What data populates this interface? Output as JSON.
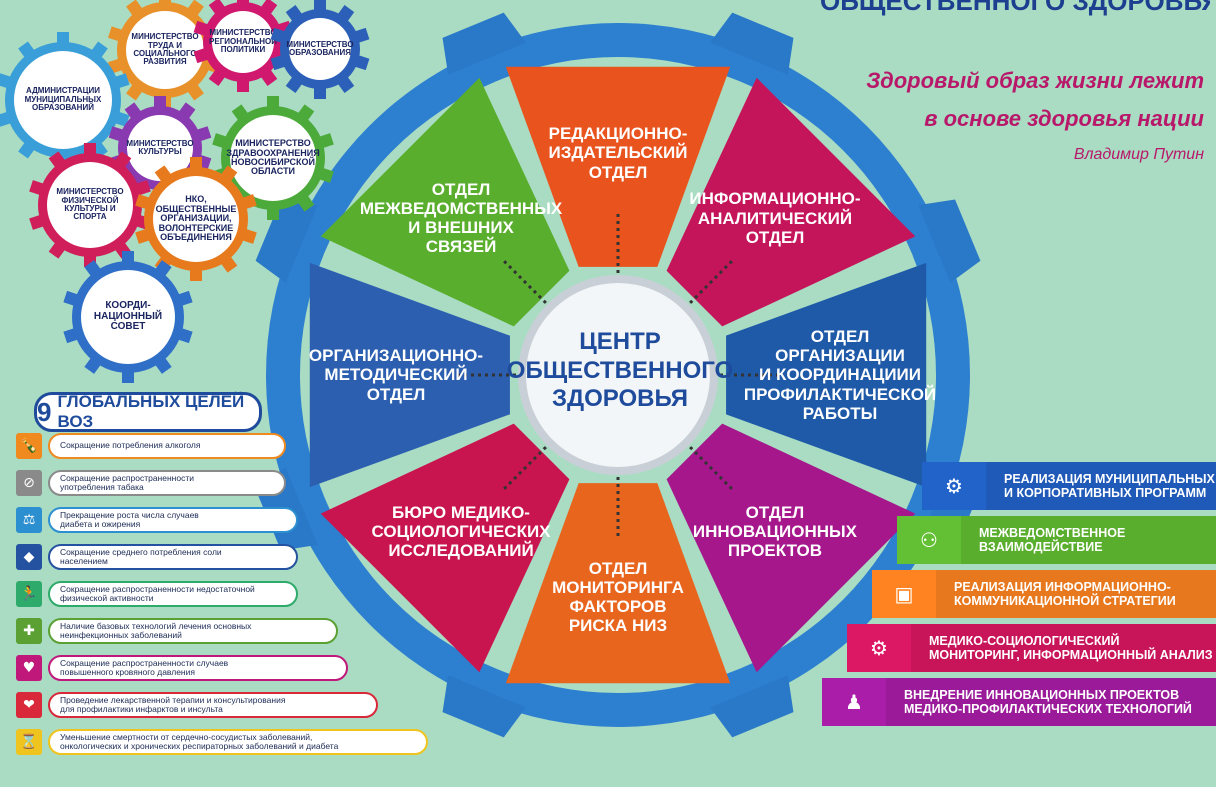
{
  "header": {
    "title": "ОБЩЕСТВЕННОГО ЗДОРОВЬЯ",
    "quote_line1": "Здоровый образ жизни лежит",
    "quote_line2": "в основе здоровья нации",
    "quote_author": "Владимир Путин"
  },
  "wheel": {
    "center": "ЦЕНТР\nОБЩЕСТВЕННОГО\nЗДОРОВЬЯ",
    "segments": [
      {
        "label": "РЕДАКЦИОННО-\nИЗДАТЕЛЬСКИЙ\nОТДЕЛ",
        "color": "#e8531e"
      },
      {
        "label": "ИНФОРМАЦИОННО-\nАНАЛИТИЧЕСКИЙ\nОТДЕЛ",
        "color": "#c4145a"
      },
      {
        "label": "ОТДЕЛ\nОРГАНИЗАЦИИ\nИ КООРДИНАЦИИИ\nПРОФИЛАКТИЧЕСКОЙ\nРАБОТЫ",
        "color": "#1f5aa8"
      },
      {
        "label": "ОТДЕЛ\nИННОВАЦИОННЫХ\nПРОЕКТОВ",
        "color": "#a5178b"
      },
      {
        "label": "ОТДЕЛ\nМОНИТОРИНГА\nФАКТОРОВ\nРИСКА НИЗ",
        "color": "#e8651e"
      },
      {
        "label": "БЮРО МЕДИКО-\nСОЦИОЛОГИЧЕСКИХ\nИССЛЕДОВАНИЙ",
        "color": "#c8154f"
      },
      {
        "label": "ОРГАНИЗАЦИОННО-\nМЕТОДИЧЕСКИЙ\nОТДЕЛ",
        "color": "#2c5fb0"
      },
      {
        "label": "ОТДЕЛ\nМЕЖВЕДОМСТВЕННЫХ\nИ ВНЕШНИХ\nСВЯЗЕЙ",
        "color": "#5aae2e"
      }
    ]
  },
  "gears": [
    {
      "label": "МИНИСТЕРСТВО\nТРУДА И\nСОЦИАЛЬНОГО\nРАЗВИТИЯ",
      "color": "#e8912a"
    },
    {
      "label": "МИНИСТЕРСТВО\nРЕГИОНАЛЬНОЙ\nПОЛИТИКИ",
      "color": "#d0186e"
    },
    {
      "label": "МИНИСТЕРСТВО\nОБРАЗОВАНИЯ",
      "color": "#2c5fb8"
    },
    {
      "label": "АДМИНИСТРАЦИИ\nМУНИЦИПАЛЬНЫХ\nОБРАЗОВАНИЙ",
      "color": "#3a9fd8"
    },
    {
      "label": "МИНИСТЕРСТВО\nКУЛЬТУРЫ",
      "color": "#8a3ab0"
    },
    {
      "label": "МИНИСТЕРСТВО\nЗДРАВООХРАНЕНИЯ\nНОВОСИБИРСКОЙ\nОБЛАСТИ",
      "color": "#4caa3a"
    },
    {
      "label": "МИНИСТЕРСТВО\nФИЗИЧЕСКОЙ\nКУЛЬТУРЫ И\nСПОРТА",
      "color": "#d01e5a"
    },
    {
      "label": "НКО,\nОБЩЕСТВЕННЫЕ\nОРГАНИЗАЦИИ,\nВОЛОНТЕРСКИЕ\nОБЪЕДИНЕНИЯ",
      "color": "#e87a1e"
    },
    {
      "label": "КООРДИ-\nНАЦИОННЫЙ\nСОВЕТ",
      "color": "#2f6fc8"
    }
  ],
  "who": {
    "number": "9",
    "title": "ГЛОБАЛЬНЫХ ЦЕЛЕЙ ВОЗ",
    "goals": [
      {
        "text": "Сокращение  потребления алкоголя",
        "color": "#f0891e",
        "icon": "bottles-icon"
      },
      {
        "text": "Сокращение  распространенности\nупотребления табака",
        "color": "#8a8a8a",
        "icon": "no-smoking-icon"
      },
      {
        "text": "Прекращение роста числа случаев\nдиабета и ожирения",
        "color": "#2c8fd0",
        "icon": "scale-icon"
      },
      {
        "text": "Сокращение среднего потребления соли\nнаселением",
        "color": "#2452a0",
        "icon": "salt-icon"
      },
      {
        "text": "Сокращение распространенности недостаточной\nфизической активности",
        "color": "#2eaa6a",
        "icon": "running-icon"
      },
      {
        "text": "Наличие базовых технологий лечения основных\nнеинфекционных заболеваний",
        "color": "#5aa032",
        "icon": "medicine-icon"
      },
      {
        "text": "Сокращение распространенности случаев\nповышенного кровяного давления",
        "color": "#c0187a",
        "icon": "blood-pressure-icon"
      },
      {
        "text": "Проведение  лекарственной терапии и консультирования\nдля профилактики инфарктов и инсульта",
        "color": "#d8283a",
        "icon": "heart-icon"
      },
      {
        "text": "Уменьшение  смертности от сердечно-сосудистых заболеваний,\nонкологических и хронических респираторных заболеваний и диабета",
        "color": "#f0c41e",
        "icon": "hourglass-icon"
      }
    ]
  },
  "steps": [
    {
      "text": "РЕАЛИЗАЦИЯ МУНИЦИПАЛЬНЫХ\nИ КОРПОРАТИВНЫХ ПРОГРАММ",
      "color": "#1f5ab8",
      "icon": "group-icon"
    },
    {
      "text": "МЕЖВЕДОМСТВЕННОЕ\nВЗАИМОДЕЙСТВИЕ",
      "color": "#5aae2e",
      "icon": "hierarchy-icon"
    },
    {
      "text": "РЕАЛИЗАЦИЯ ИНФОРМАЦИОННО-\nКОММУНИКАЦИОННОЙ СТРАТЕГИИ",
      "color": "#e8781e",
      "icon": "presenter-icon"
    },
    {
      "text": "МЕДИКО-СОЦИОЛОГИЧЕСКИЙ\nМОНИТОРИНГ, ИНФОРМАЦИОННЫЙ АНАЛИЗ",
      "color": "#c8155a",
      "icon": "people-gear-icon"
    },
    {
      "text": "ВНЕДРЕНИЕ ИННОВАЦИОННЫХ ПРОЕКТОВ\nМЕДИКО-ПРОФИЛАКТИЧЕСКИХ ТЕХНОЛОГИЙ",
      "color": "#9a1a9a",
      "icon": "team-icon"
    }
  ]
}
